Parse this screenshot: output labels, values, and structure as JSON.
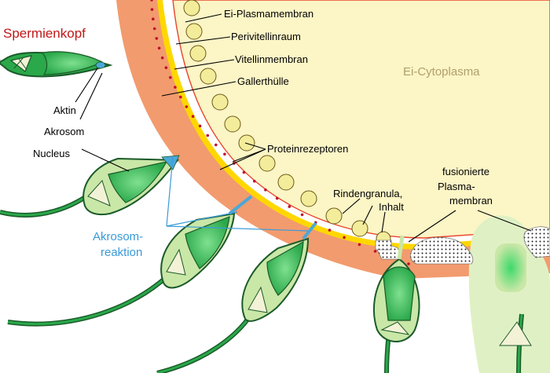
{
  "labels": {
    "plasmamembran": "Ei-Plasmamembran",
    "perivitellin": "Perivitellinraum",
    "vitellin": "Vitellinmembran",
    "gallert": "Gallerthülle",
    "cytoplasma": "Ei-Cytoplasma",
    "proteinrezeptoren": "Proteinrezeptoren",
    "spermienkopf": "Spermienkopf",
    "aktin": "Aktin",
    "akrosom": "Akrosom",
    "nucleus": "Nucleus",
    "akrosomreaktion_1": "Akrosom-",
    "akrosomreaktion_2": "reaktion",
    "rindengranula_1": "Rindengranula,",
    "rindengranula_2": "Inhalt",
    "fusionierte_1": "fusionierte",
    "fusionierte_2": "Plasma-",
    "fusionierte_3": "membran"
  },
  "colors": {
    "egg_cytoplasm": "#fcf5c6",
    "jelly_layer": "#f29b6e",
    "vitelline_yellow": "#ffd700",
    "plasma_membrane": "#e8452a",
    "receptor_dots": "#c0102a",
    "granule_fill": "#f3ec9a",
    "sperm_green": "#2aa84a",
    "sperm_outline": "#1b5a2a",
    "sperm_cream": "#f3f2d6",
    "acrosome_blue": "#4aa8d8",
    "spermienkopf_label": "#c01818",
    "akrosomreaktion_label": "#3a9ad8"
  }
}
